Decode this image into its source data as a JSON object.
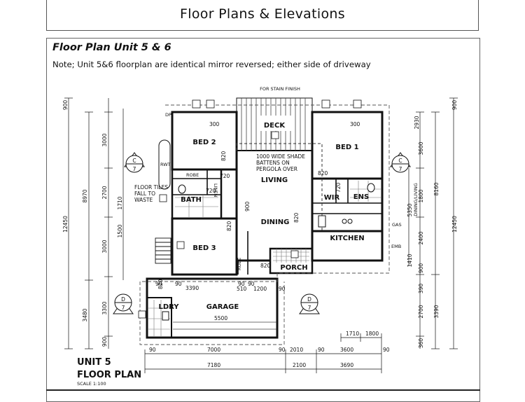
{
  "page": {
    "title": "Floor Plans & Elevations",
    "heading": "Floor Plan Unit 5 & 6",
    "note": "Note; Unit 5&6 floorplan are identical mirror reversed; either side of driveway"
  },
  "plan": {
    "top_note": "FOR STAIN FINISH",
    "rooms": {
      "deck": "DECK",
      "bed1": "BED 1",
      "bed2": "BED 2",
      "bed3": "BED 3",
      "living": "LIVING",
      "dining": "DINING",
      "kitchen": "KITCHEN",
      "bath": "BATH",
      "wir": "WIR",
      "ens": "ENS",
      "porch": "PORCH",
      "garage": "GARAGE",
      "ldry": "LDRY"
    },
    "notes": {
      "pergola_1": "1000 WIDE SHADE",
      "pergola_2": "BATTENS ON",
      "pergola_3": "PERGOLA OVER",
      "floor_1": "FLOOR TILES",
      "floor_2": "FALL TO",
      "floor_3": "WASTE",
      "rwt": "RWT",
      "robe1": "ROBE",
      "robe2": "ROBE",
      "linen": "LINEN",
      "gas": "GAS",
      "emb": "EMB",
      "dp": "DP"
    },
    "section_markers": {
      "c_left": "C",
      "c_left_num": "7",
      "c_right": "C",
      "c_right_num": "7",
      "d_left": "D",
      "d_left_num": "7",
      "d_right": "D",
      "d_right_num": "7"
    },
    "dims_left_outer": [
      "12450"
    ],
    "dims_left_mid": [
      "8970",
      "3480"
    ],
    "dims_left_inner": [
      "900",
      "3000",
      "2700",
      "1500",
      "3000",
      "3300",
      "900"
    ],
    "dims_left_small": [
      "90",
      "90",
      "90",
      "90",
      "1710",
      "90",
      "90",
      "90",
      "90"
    ],
    "dims_right_outer": [
      "12450",
      "900"
    ],
    "dims_right_mid": [
      "8160",
      "3390",
      "2930",
      "5350"
    ],
    "dims_right_inner": [
      "3600",
      "1800",
      "2400",
      "900",
      "1410",
      "900",
      "390",
      "2700",
      "360"
    ],
    "dims_right_small": [
      "90",
      "90",
      "90",
      "90",
      "90",
      "90"
    ],
    "dims_right_label": "DINING/LIVING",
    "dims_internal": [
      "300",
      "300",
      "720",
      "720",
      "820",
      "820",
      "820",
      "820",
      "720",
      "900",
      "820",
      "820",
      "820",
      "900",
      "300"
    ],
    "garage_dims": [
      "3390",
      "5500",
      "90",
      "90",
      "510",
      "1200",
      "90",
      "90",
      "820",
      "90"
    ],
    "bottom_dims_row1": [
      "1710",
      "1800"
    ],
    "bottom_dims_row2": [
      "90",
      "7000",
      "90",
      "2010",
      "90",
      "3600",
      "90"
    ],
    "bottom_dims_row3": [
      "7180",
      "2100",
      "3690"
    ],
    "label_title_1": "UNIT 5",
    "label_title_2": "FLOOR PLAN",
    "label_scale": "SCALE 1:100"
  }
}
